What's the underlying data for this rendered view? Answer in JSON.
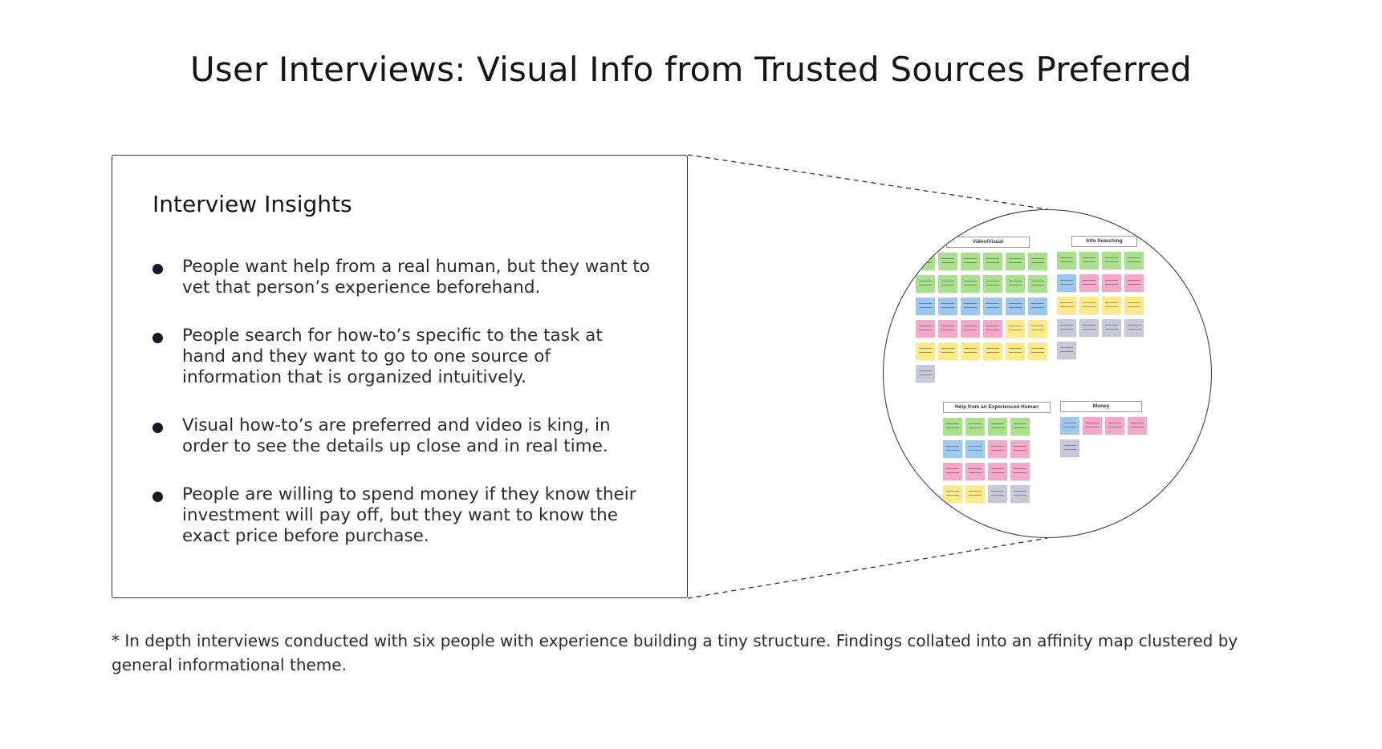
{
  "title": "User Interviews: Visual Info from Trusted Sources Preferred",
  "insights": {
    "heading": "Interview Insights",
    "bullets": [
      "People want help from a real human, but they want to vet that person’s experience beforehand.",
      "People search for how-to’s specific to the task at hand and they want to go to one source of information that is organized intuitively.",
      "Visual how-to’s are preferred and video is king, in order to see the details up close and in real time.",
      "People are willing to spend money if they know their investment will pay off, but they want to know the exact price before purchase."
    ]
  },
  "footnote": "* In depth interviews conducted with six people with experience building a tiny structure. Findings collated into an affinity map clustered by general informational theme.",
  "affinity_map": {
    "colors": {
      "green": "#a9e08c",
      "blue": "#9cc8ef",
      "pink": "#f4a9c8",
      "yellow": "#fbe98a",
      "gray": "#c7c9d9"
    },
    "clusters": [
      {
        "label": "Video/Visual",
        "columns": [
          [
            "green",
            "green",
            "blue",
            "pink",
            "yellow",
            "gray"
          ],
          [
            "green",
            "green",
            "blue",
            "pink",
            "yellow"
          ],
          [
            "green",
            "green",
            "blue",
            "pink",
            "yellow"
          ],
          [
            "green",
            "green",
            "blue",
            "pink",
            "yellow"
          ],
          [
            "green",
            "green",
            "blue",
            "yellow",
            "yellow"
          ],
          [
            "green",
            "green",
            "blue",
            "yellow",
            "yellow"
          ]
        ]
      },
      {
        "label": "Info Searching",
        "columns": [
          [
            "green",
            "blue",
            "yellow",
            "gray",
            "gray"
          ],
          [
            "green",
            "pink",
            "yellow",
            "gray"
          ],
          [
            "green",
            "pink",
            "yellow",
            "gray"
          ],
          [
            "green",
            "pink",
            "yellow",
            "gray"
          ]
        ]
      },
      {
        "label": "Help from an Experienced Human",
        "columns": [
          [
            "green",
            "blue",
            "pink",
            "yellow"
          ],
          [
            "green",
            "blue",
            "pink",
            "yellow"
          ],
          [
            "green",
            "pink",
            "pink",
            "gray"
          ],
          [
            "green",
            "pink",
            "pink",
            "gray"
          ]
        ]
      },
      {
        "label": "Money",
        "columns": [
          [
            "blue",
            "gray"
          ],
          [
            "pink"
          ],
          [
            "pink"
          ],
          [
            "pink"
          ]
        ]
      }
    ]
  }
}
